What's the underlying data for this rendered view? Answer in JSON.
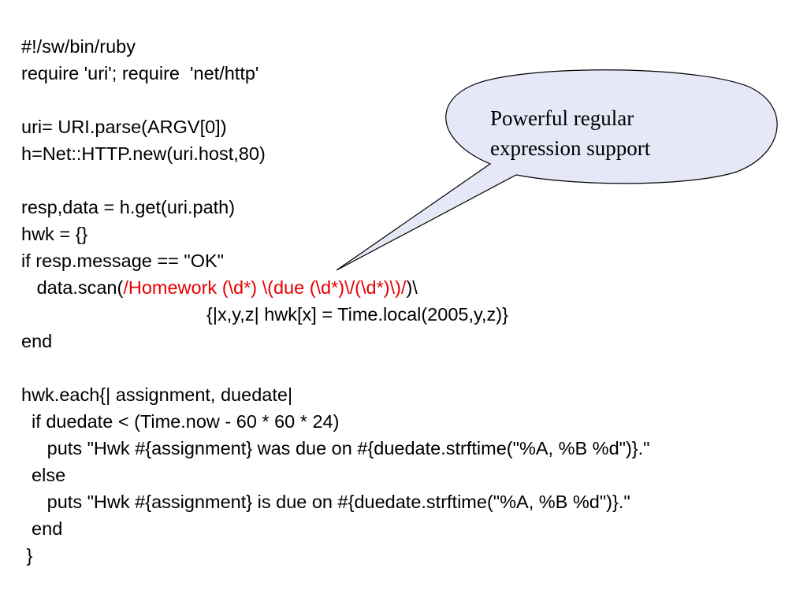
{
  "code": {
    "lines": [
      {
        "parts": [
          {
            "text": "#!/sw/bin/ruby"
          }
        ]
      },
      {
        "parts": [
          {
            "text": "require 'uri'; require  'net/http'"
          }
        ]
      },
      {
        "parts": [
          {
            "text": ""
          }
        ]
      },
      {
        "parts": [
          {
            "text": "uri= URI.parse(ARGV[0])"
          }
        ]
      },
      {
        "parts": [
          {
            "text": "h=Net::HTTP.new(uri.host,80)"
          }
        ]
      },
      {
        "parts": [
          {
            "text": ""
          }
        ]
      },
      {
        "parts": [
          {
            "text": "resp,data = h.get(uri.path)"
          }
        ]
      },
      {
        "parts": [
          {
            "text": "hwk = {}"
          }
        ]
      },
      {
        "parts": [
          {
            "text": "if resp.message == \"OK\""
          }
        ]
      },
      {
        "parts": [
          {
            "text": "   data.scan("
          },
          {
            "text": "/Homework (\\d*) \\(due (\\d*)\\/(\\d*)\\)/",
            "color": "red"
          },
          {
            "text": ")\\"
          }
        ]
      },
      {
        "parts": [
          {
            "text": "                                    {|x,y,z| hwk[x] = Time.local(2005,y,z)}"
          }
        ]
      },
      {
        "parts": [
          {
            "text": "end"
          }
        ]
      },
      {
        "parts": [
          {
            "text": ""
          }
        ]
      },
      {
        "parts": [
          {
            "text": "hwk.each{| assignment, duedate|"
          }
        ]
      },
      {
        "parts": [
          {
            "text": "  if duedate < (Time.now - 60 * 60 * 24)"
          }
        ]
      },
      {
        "parts": [
          {
            "text": "     puts \"Hwk #{assignment} was due on #{duedate.strftime(\"%A, %B %d\")}.\""
          }
        ]
      },
      {
        "parts": [
          {
            "text": "  else"
          }
        ]
      },
      {
        "parts": [
          {
            "text": "     puts \"Hwk #{assignment} is due on #{duedate.strftime(\"%A, %B %d\")}.\""
          }
        ]
      },
      {
        "parts": [
          {
            "text": "  end"
          }
        ]
      },
      {
        "parts": [
          {
            "text": " }"
          }
        ]
      }
    ]
  },
  "callout": {
    "lines": [
      "Powerful regular",
      "expression support"
    ],
    "fill": "#e6e8f8",
    "stroke": "#000000"
  },
  "colors": {
    "regex": "#e60000",
    "text": "#000000"
  }
}
